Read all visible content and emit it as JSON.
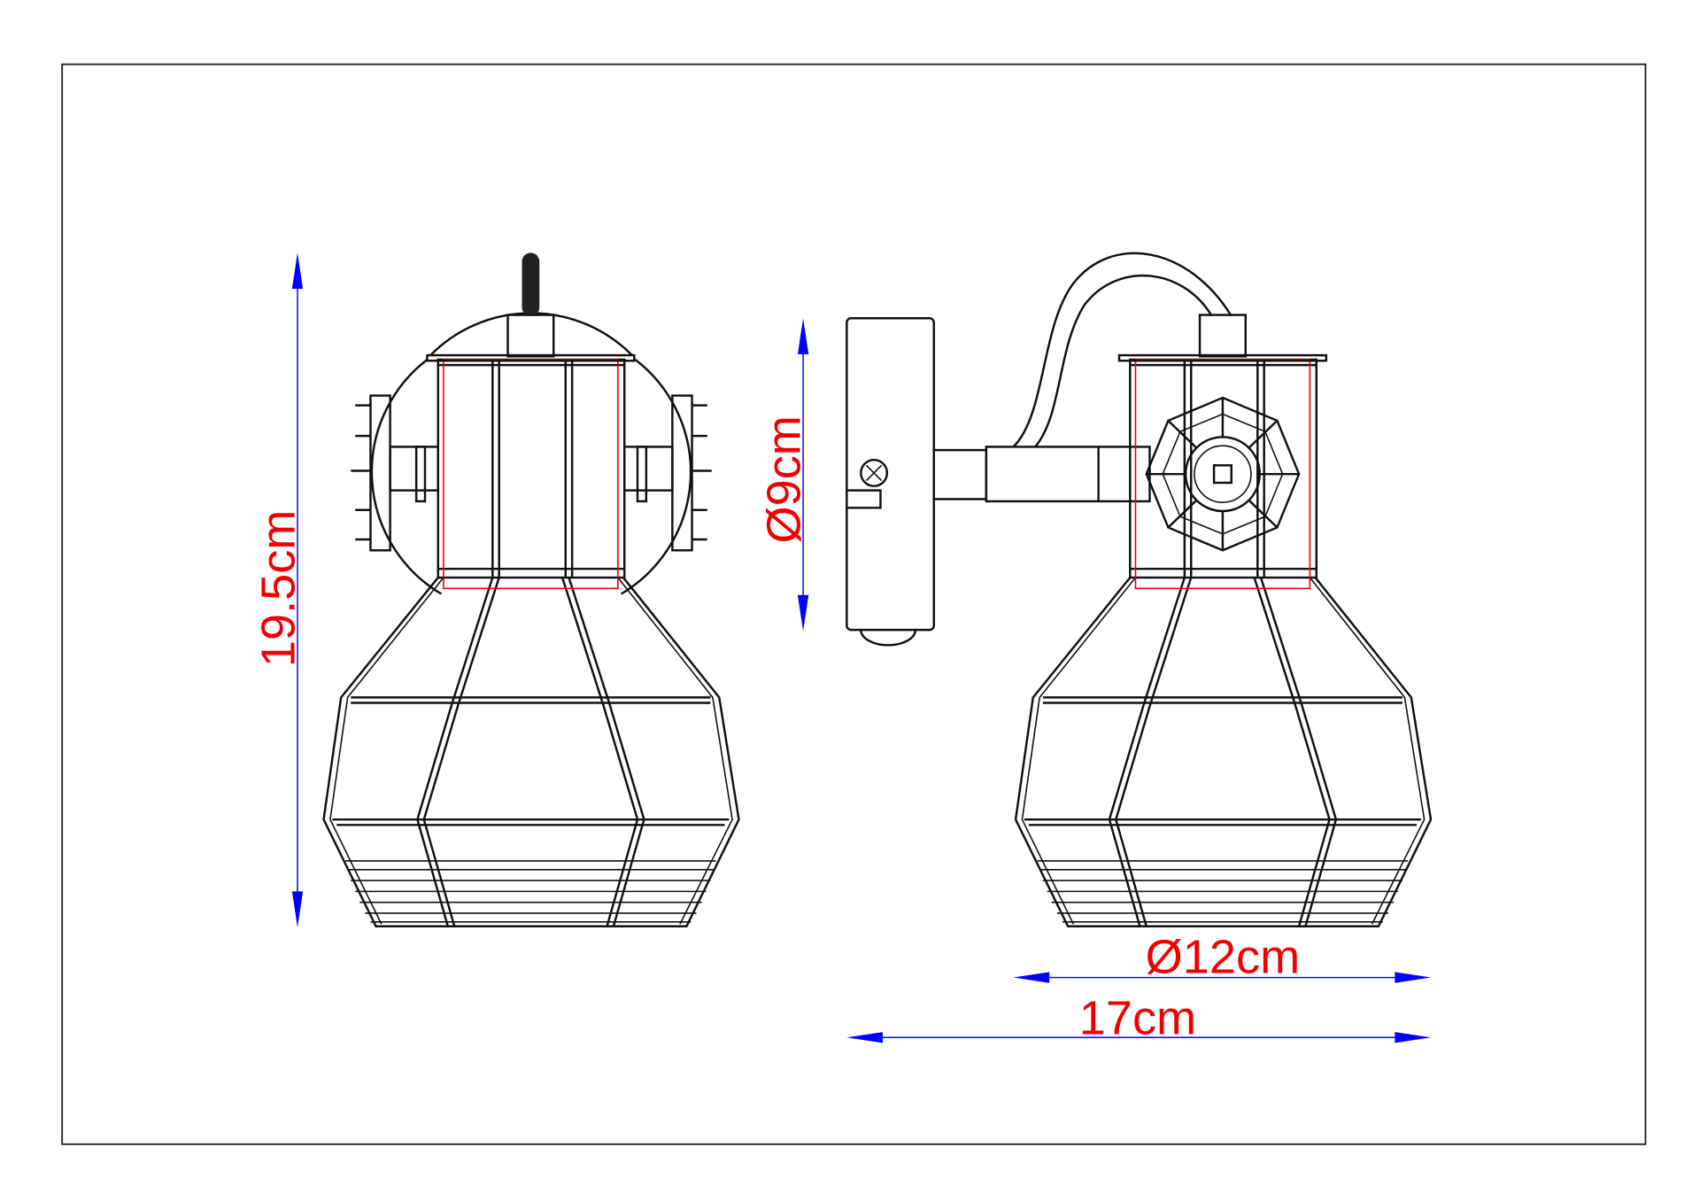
{
  "drawing": {
    "title": "Wall spotlight dimension drawing",
    "dimensions": {
      "height": "19.5cm",
      "wall_plate_diameter": "Ø9cm",
      "shade_diameter": "Ø12cm",
      "projection": "17cm"
    },
    "colors": {
      "dimension_line": "#0000ff",
      "dimension_text": "#e00000",
      "outline": "#111111"
    }
  }
}
